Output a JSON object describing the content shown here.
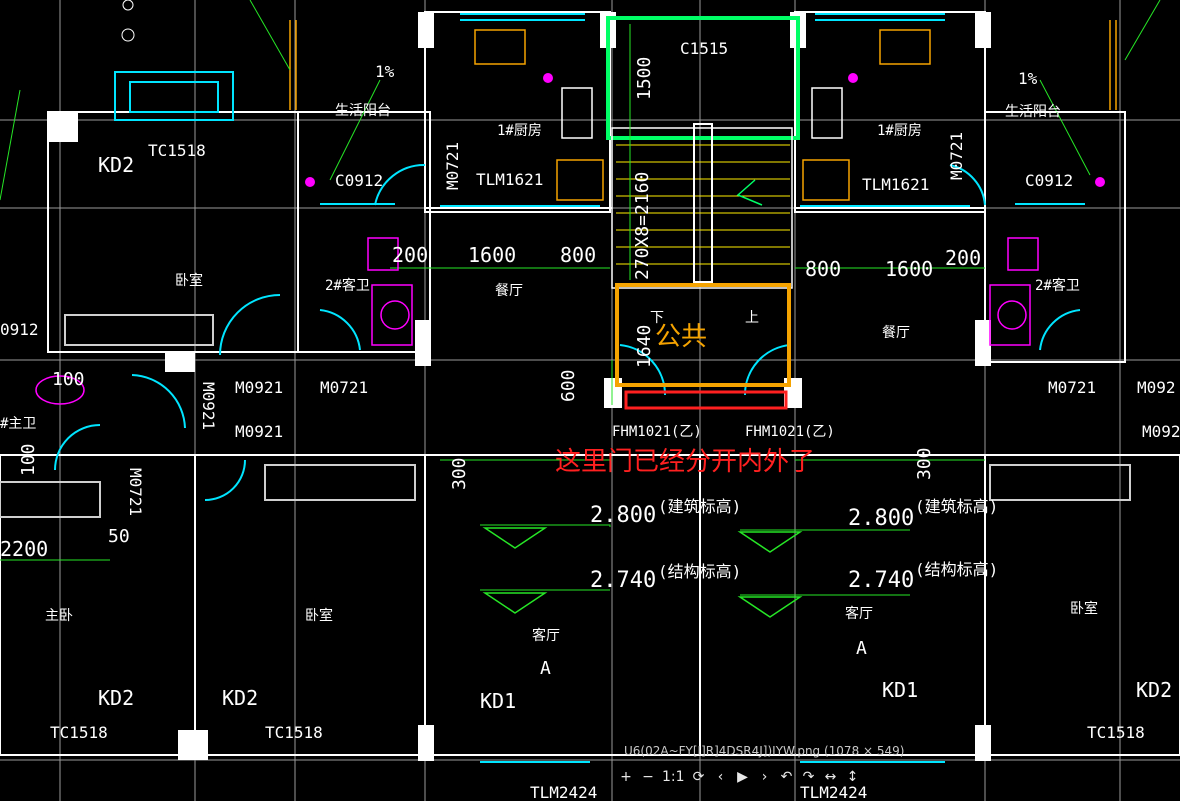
{
  "left_unit": {
    "labels": {
      "kd2_top": "KD2",
      "tc_top": "TC1518",
      "balcony": "生活阳台",
      "slope": "1%",
      "c0912": "C0912",
      "bedroom_top": "卧室",
      "c0912_edge": "0912",
      "bath2": "2#客卫",
      "bath1": "#主卫",
      "dim_100_a": "100",
      "dim_100_b": "100",
      "m0721_v": "M0721",
      "m0921_v": "M0921",
      "m0921_a": "M0921",
      "m0921_b": "M0921",
      "m0721_h": "M0721",
      "dim_2200": "2200",
      "dim_50": "50",
      "master_bedroom": "主卧",
      "bedroom_bottom": "卧室",
      "kd2_a": "KD2",
      "kd2_b": "KD2",
      "tc_a": "TC1518",
      "tc_b": "TC1518"
    }
  },
  "center": {
    "labels": {
      "kitchen_left": "1#厨房",
      "m0721_left": "M0721",
      "tlm_left": "TLM1621",
      "dim_200_left": "200",
      "dim_1600_left": "1600",
      "dim_800_left": "800",
      "dining_left": "餐厅",
      "c1515": "C1515",
      "dim_1500": "1500",
      "stair_dim": "270X8=2160",
      "dim_1640": "1640",
      "dim_600": "600",
      "down": "下",
      "up": "上",
      "public": "公共",
      "fhm_left": "FHM1021(乙)",
      "fhm_right": "FHM1021(乙)",
      "note": "这里门已经分开内外了",
      "dim_300_left": "300",
      "dim_300_right": "300",
      "elev_arch_left": "2.800",
      "elev_arch_left_label": "(建筑标高)",
      "elev_struct_left": "2.740",
      "elev_struct_left_label": "(结构标高)",
      "elev_arch_right": "2.800",
      "elev_arch_right_label": "(建筑标高)",
      "elev_struct_right": "2.740",
      "elev_struct_right_label": "(结构标高)",
      "living_left": "客厅",
      "axis_a_left": "A",
      "living_right": "客厅",
      "axis_a_right": "A",
      "kd1_left": "KD1",
      "kd1_right": "KD1",
      "tlm_bottom_left": "TLM2424",
      "tlm_bottom_right": "TLM2424"
    }
  },
  "right_unit": {
    "labels": {
      "kitchen": "1#厨房",
      "m0721_v": "M0721",
      "tlm": "TLM1621",
      "slope": "1%",
      "balcony": "生活阳台",
      "c0912": "C0912",
      "dim_800": "800",
      "dim_1600": "1600",
      "dim_200": "200",
      "bath2": "2#客卫",
      "dining": "餐厅",
      "m0721_h": "M0721",
      "m0921_a": "M092",
      "m0921_b": "M092",
      "bedroom": "卧室",
      "kd2": "KD2",
      "tc": "TC1518"
    }
  },
  "viewer": {
    "caption": "U6(02A~FY[I]R]4DSR4J])IYW.png (1078 × 549)",
    "controls": [
      "+",
      "−",
      "1:1",
      "⟳",
      "‹",
      "▶",
      "›",
      "↶",
      "↷",
      "↔",
      "↕"
    ]
  },
  "colors": {
    "background": "#000000",
    "wall": "#ffffff",
    "fill_yellow": "#ffffff",
    "dim_green": "#26e626",
    "window_cyan": "#00e5ff",
    "annotation_orange": "#f5a300",
    "annotation_red": "#ff2020",
    "fixture_magenta": "#ff00ff"
  }
}
